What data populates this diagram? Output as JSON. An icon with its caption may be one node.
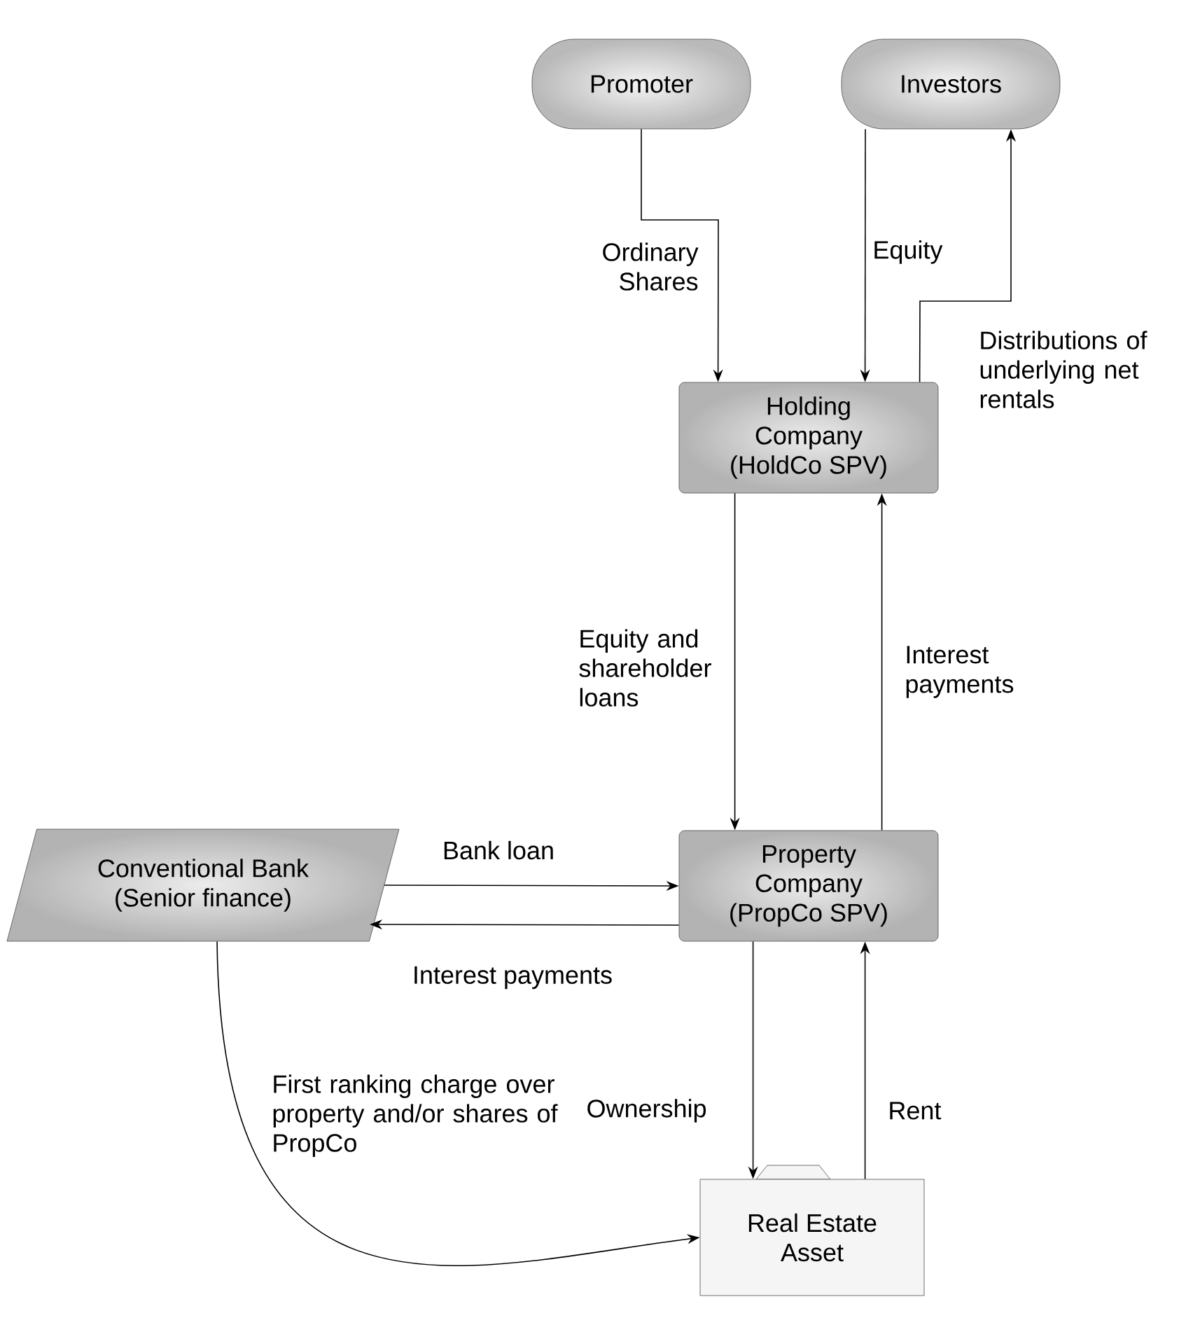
{
  "diagram": {
    "nodes": [
      {
        "text": [
          "Promoter"
        ]
      },
      {
        "text": [
          "Investors"
        ]
      },
      {
        "text": [
          "Holding Company (HoldCo SPV)"
        ]
      },
      {
        "text": [
          "Property Company (PropCo SPV)"
        ]
      },
      {
        "text": [
          "Conventional Bank (Senior finance)"
        ]
      },
      {
        "text": [
          "Real Estate Asset"
        ]
      }
    ],
    "edges": [
      {
        "from": 0,
        "to": 2,
        "arrow": "to",
        "label": "Ordinary Shares"
      },
      {
        "from": 1,
        "to": 2,
        "arrow": "to",
        "label": "Equity"
      },
      {
        "from": 2,
        "to": 1,
        "arrow": "to",
        "label": "Distributions of underlying net rentals"
      },
      {
        "from": 2,
        "to": 3,
        "arrow": "to",
        "label": "Equity and shareholder loans"
      },
      {
        "from": 3,
        "to": 2,
        "arrow": "to",
        "label": "Interest payments"
      },
      {
        "from": 4,
        "to": 3,
        "arrow": "to",
        "label": "Bank loan"
      },
      {
        "from": 3,
        "to": 4,
        "arrow": "to",
        "label": "Interest payments"
      },
      {
        "from": 3,
        "to": 5,
        "arrow": "to",
        "label": "Ownership"
      },
      {
        "from": 5,
        "to": 3,
        "arrow": "to",
        "label": "Rent"
      },
      {
        "from": 4,
        "to": 5,
        "arrow": "to",
        "label": "First ranking charge over property and/or shares of PropCo"
      }
    ]
  }
}
